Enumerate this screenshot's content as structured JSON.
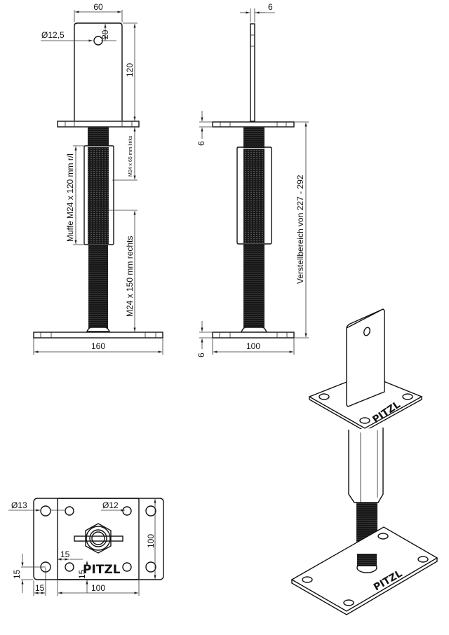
{
  "drawing": {
    "product": "Adjustable post base (Stützenfuß) with threaded rod",
    "brand": "PITZL",
    "colors": {
      "line": "#111111",
      "background": "#ffffff",
      "thread": "#151515"
    }
  },
  "front_view": {
    "top_plate_width": "60",
    "top_plate_height": "120",
    "hole_diameter": "Ø12,5",
    "hole_offset": "20",
    "sleeve_label": "Muffe M24 x 120 mm r/l",
    "left_thread_label": "M24 x 65 mm links",
    "right_thread_label": "M24 x 150 mm rechts",
    "base_width": "160"
  },
  "side_view": {
    "plate_thickness_top": "6",
    "head_plate_thickness": "6",
    "adjust_range_label": "Verstellbereich von 227 - 292",
    "base_plate_thickness": "6",
    "base_width": "100"
  },
  "plan_view": {
    "hole_dia_outer": "Ø13",
    "hole_dia_inner": "Ø12",
    "height": "100",
    "edge_left": "15",
    "edge_bottom": "15",
    "inner_offset_x": "15",
    "inner_offset_y": "15",
    "inner_width": "100",
    "brand_text": "PITZL"
  },
  "iso_view": {
    "brand_top": "PITZL",
    "brand_bottom": "PITZL"
  }
}
